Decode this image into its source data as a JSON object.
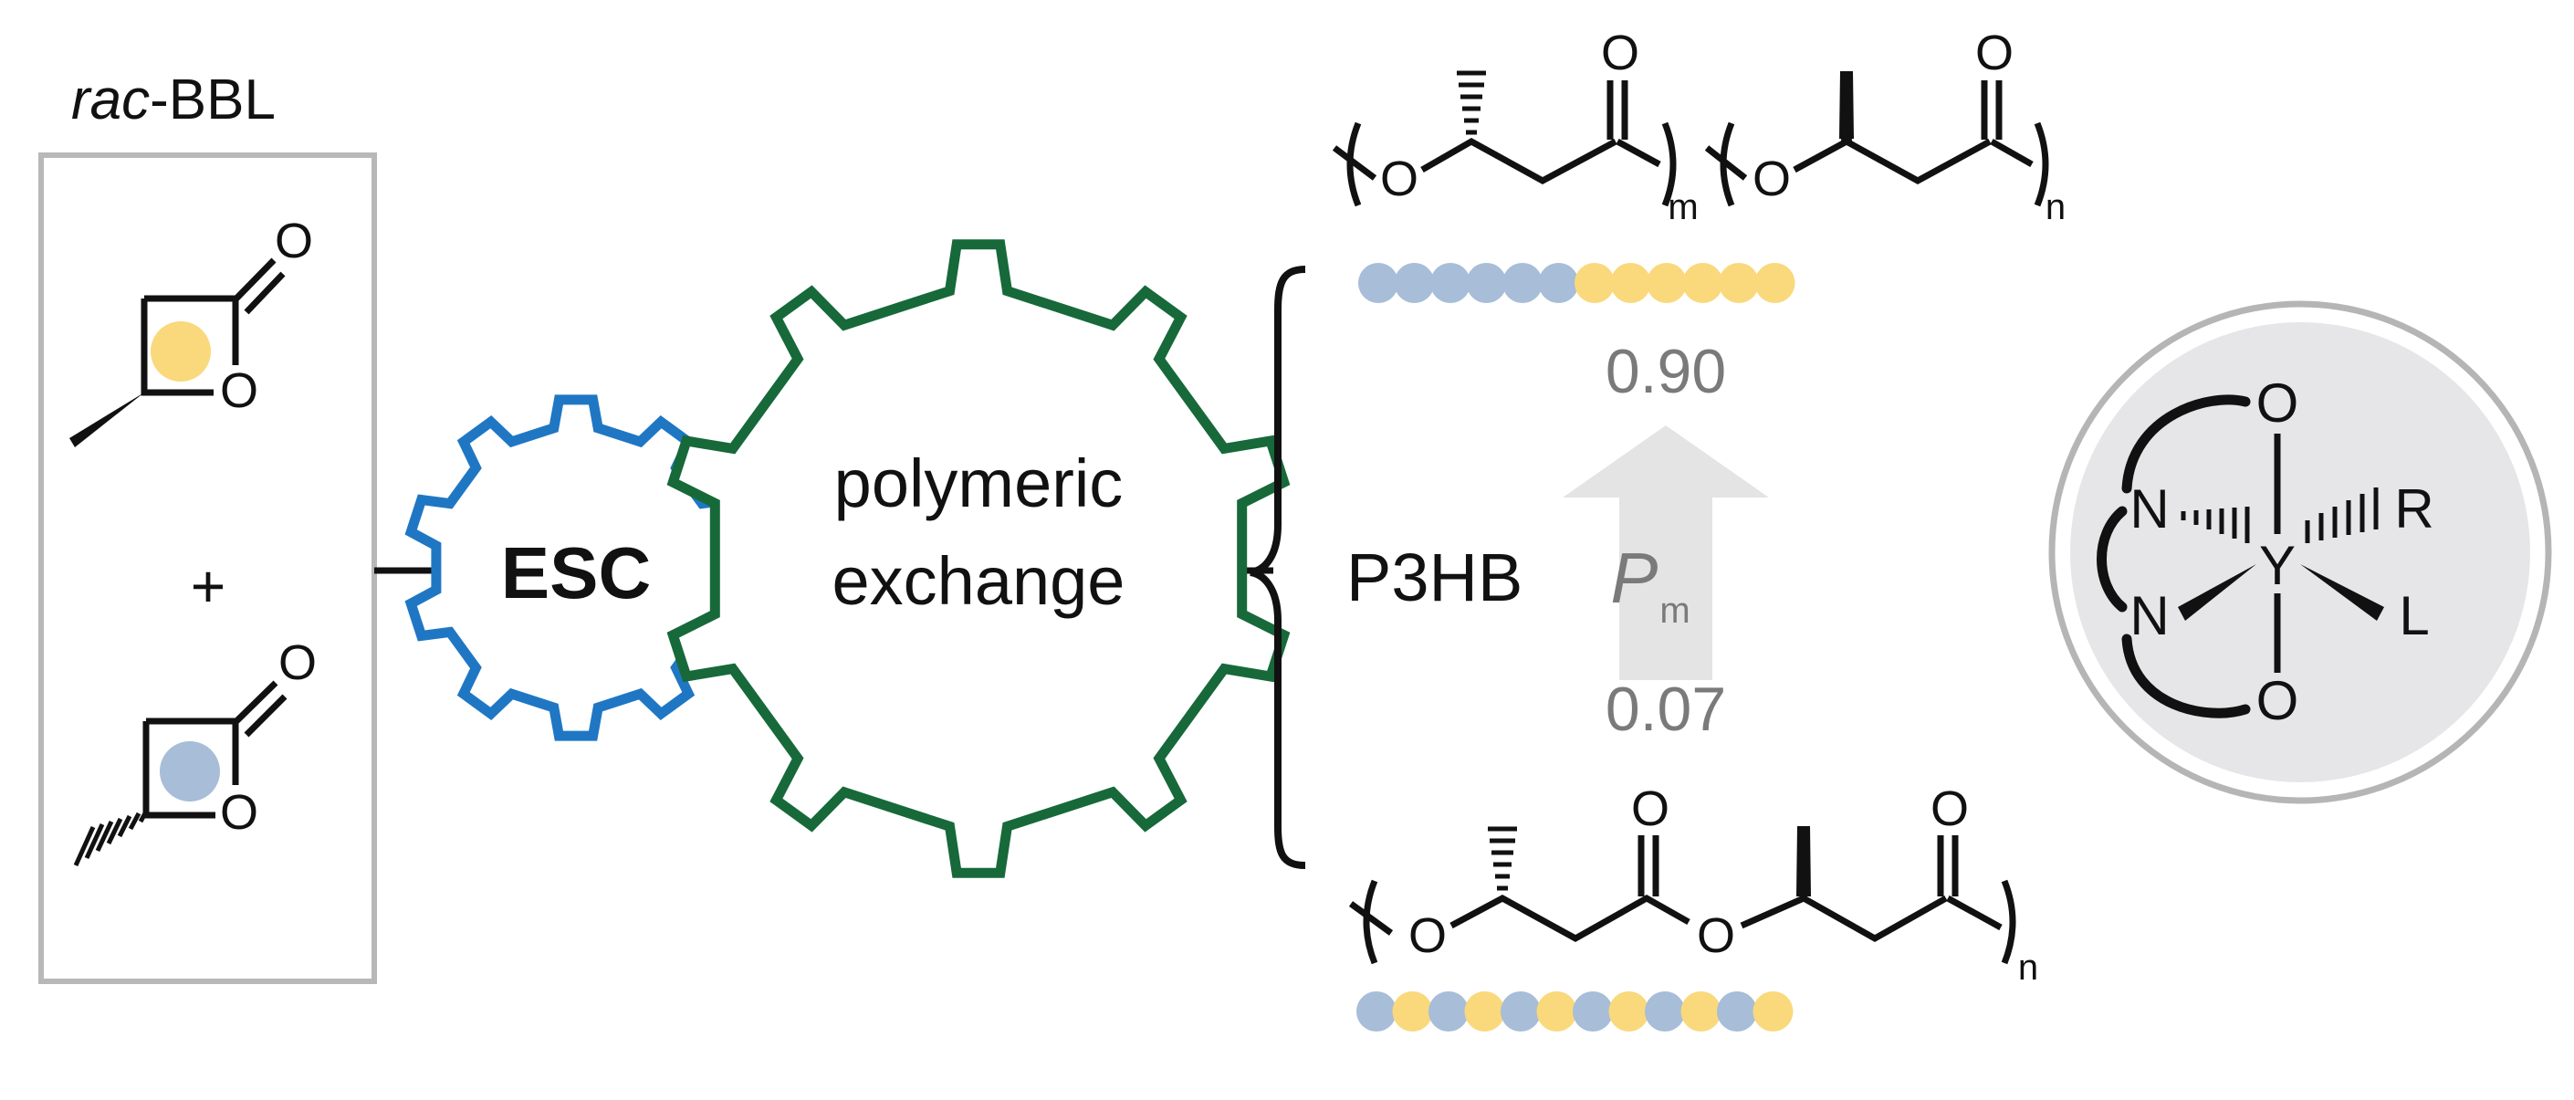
{
  "colors": {
    "ink": "#111111",
    "blue_gear": "#1f77c4",
    "green_gear": "#17693a",
    "dot_blue": "#a7bdd8",
    "dot_yellow": "#f9d97c",
    "box_gray": "#b8b8b8",
    "value_gray": "#7a7a7a",
    "arrow_fill": "#e4e4e4",
    "catalyst_fill": "#e6e6e8",
    "catalyst_ring": "#b5b5b5"
  },
  "monomers": {
    "title_italic": "rac",
    "title_rest": "-BBL",
    "plus": "+",
    "ring_oxygen": "O",
    "carbonyl_oxygen": "O"
  },
  "gears": {
    "small_label": "ESC",
    "large_label_line1": "polymeric",
    "large_label_line2": "exchange"
  },
  "product": {
    "label": "P3HB",
    "pm_symbol": "P",
    "pm_subscript": "m",
    "pm_high": "0.90",
    "pm_low": "0.07"
  },
  "polymer_block": {
    "oxygen": "O",
    "sub_m": "m",
    "sub_n": "n",
    "sequence": [
      "b",
      "b",
      "b",
      "b",
      "b",
      "b",
      "y",
      "y",
      "y",
      "y",
      "y",
      "y"
    ]
  },
  "polymer_alt": {
    "oxygen": "O",
    "sub_n": "n",
    "sequence": [
      "b",
      "y",
      "b",
      "y",
      "b",
      "y",
      "b",
      "y",
      "b",
      "y",
      "b",
      "y"
    ]
  },
  "catalyst": {
    "metal": "Y",
    "n_atom": "N",
    "o_atom": "O",
    "r_group": "R",
    "l_group": "L"
  }
}
